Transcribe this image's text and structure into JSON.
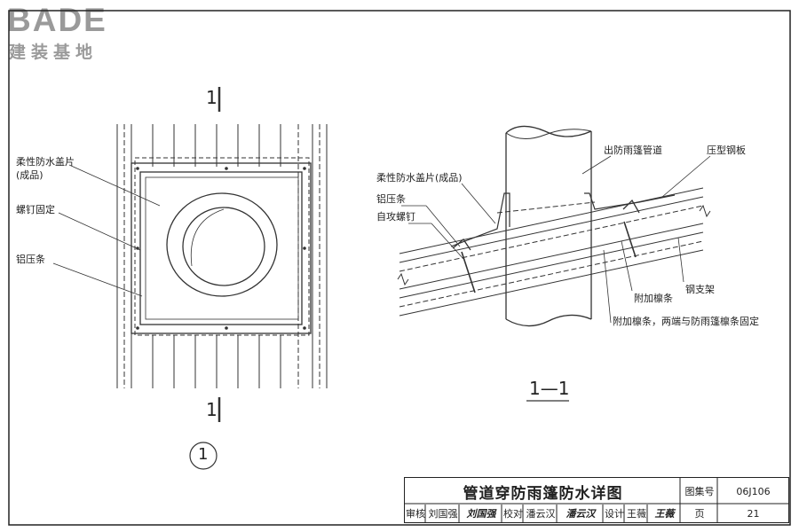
{
  "logo": {
    "name": "BADE",
    "subtitle": "建装基地"
  },
  "left_view": {
    "section_mark_top": "1",
    "section_mark_bottom": "1",
    "detail_number": "1",
    "labels": {
      "flexible_cover_line1": "柔性防水盖片",
      "flexible_cover_line2": "(成品)",
      "screw_fix": "螺钉固定",
      "aluminum_strip": "铝压条"
    }
  },
  "section_view": {
    "title": "1—1",
    "labels": {
      "pipe": "出防雨篷管道",
      "steel_plate": "压型钢板",
      "flexible_cover": "柔性防水盖片(成品)",
      "aluminum_strip": "铝压条",
      "self_tapping_screw": "自攻螺钉",
      "extra_purlin": "附加檩条",
      "steel_support": "钢支架",
      "extra_purlin_note": "附加檩条，两端与防雨篷檩条固定"
    }
  },
  "title_block": {
    "drawing_title": "管道穿防雨篷防水详图",
    "atlas_label": "图集号",
    "atlas_number": "06J106",
    "review_label": "审核",
    "reviewer": "刘国强",
    "reviewer_signature": "刘国强",
    "check_label": "校对",
    "checker": "潘云汉",
    "checker_signature": "潘云汉",
    "design_label": "设计",
    "designer": "王薇",
    "designer_signature": "王薇",
    "page_label": "页",
    "page_number": "21"
  }
}
